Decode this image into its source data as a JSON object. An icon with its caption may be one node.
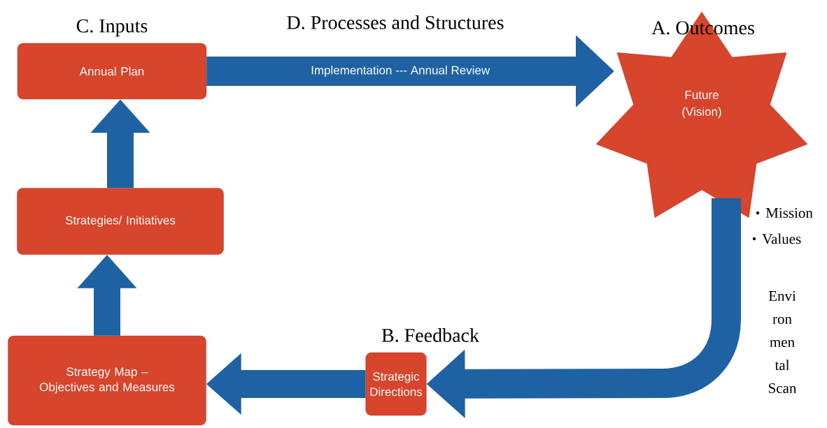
{
  "diagram": {
    "nodes": [
      {
        "text": [
          "Annual Plan"
        ]
      },
      {
        "text": [
          "Strategies/ Initiatives"
        ]
      },
      {
        "text": [
          "Strategy Map – Objectives and Measures"
        ]
      },
      {
        "text": [
          "Strategic Directions"
        ]
      },
      {
        "text": [
          "Future (Vision)"
        ]
      }
    ],
    "edges": [
      {
        "from": 0,
        "to": 4,
        "arrow": "to",
        "label": "Implementation --- Annual Review"
      },
      {
        "from": 4,
        "to": 3,
        "arrow": "to"
      },
      {
        "from": 3,
        "to": 2,
        "arrow": "to"
      },
      {
        "from": 2,
        "to": 1,
        "arrow": "to"
      },
      {
        "from": 1,
        "to": 0,
        "arrow": "to"
      }
    ],
    "labels": [
      "C. Inputs",
      "D. Processes and Structures",
      "A. Outcomes",
      "Mission",
      "Values",
      "B. Feedback",
      "Envi ron men tal Scan"
    ]
  }
}
